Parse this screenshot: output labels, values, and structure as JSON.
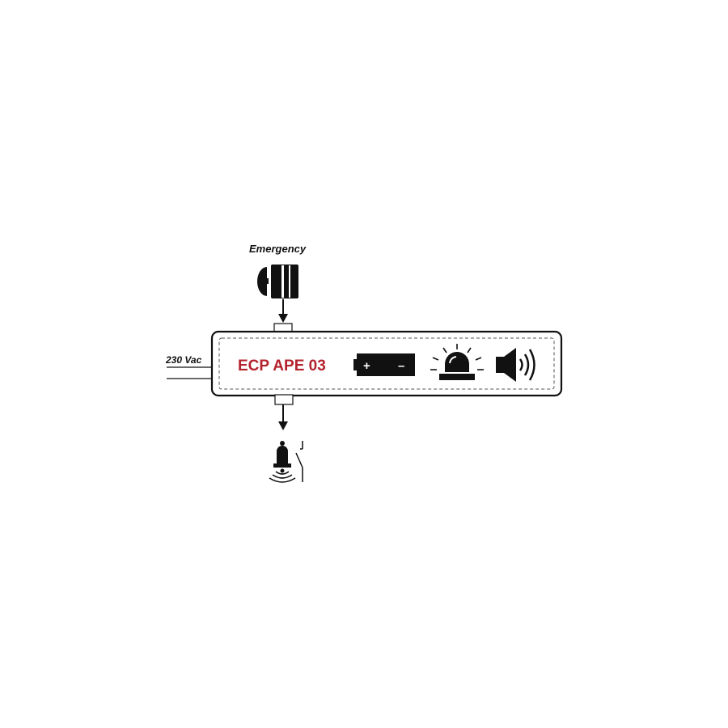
{
  "diagram": {
    "emergency_label": "Emergency",
    "power_label": "230 Vac",
    "device_label": "ECP APE 03",
    "battery": {
      "plus": "+",
      "minus": "–"
    }
  },
  "colors": {
    "device_label": "#b3232e",
    "stroke": "#111111",
    "background": "#ffffff"
  },
  "icons": [
    "emergency-stop-button-icon",
    "battery-icon",
    "beacon-light-icon",
    "speaker-icon",
    "bell-switch-icon"
  ]
}
